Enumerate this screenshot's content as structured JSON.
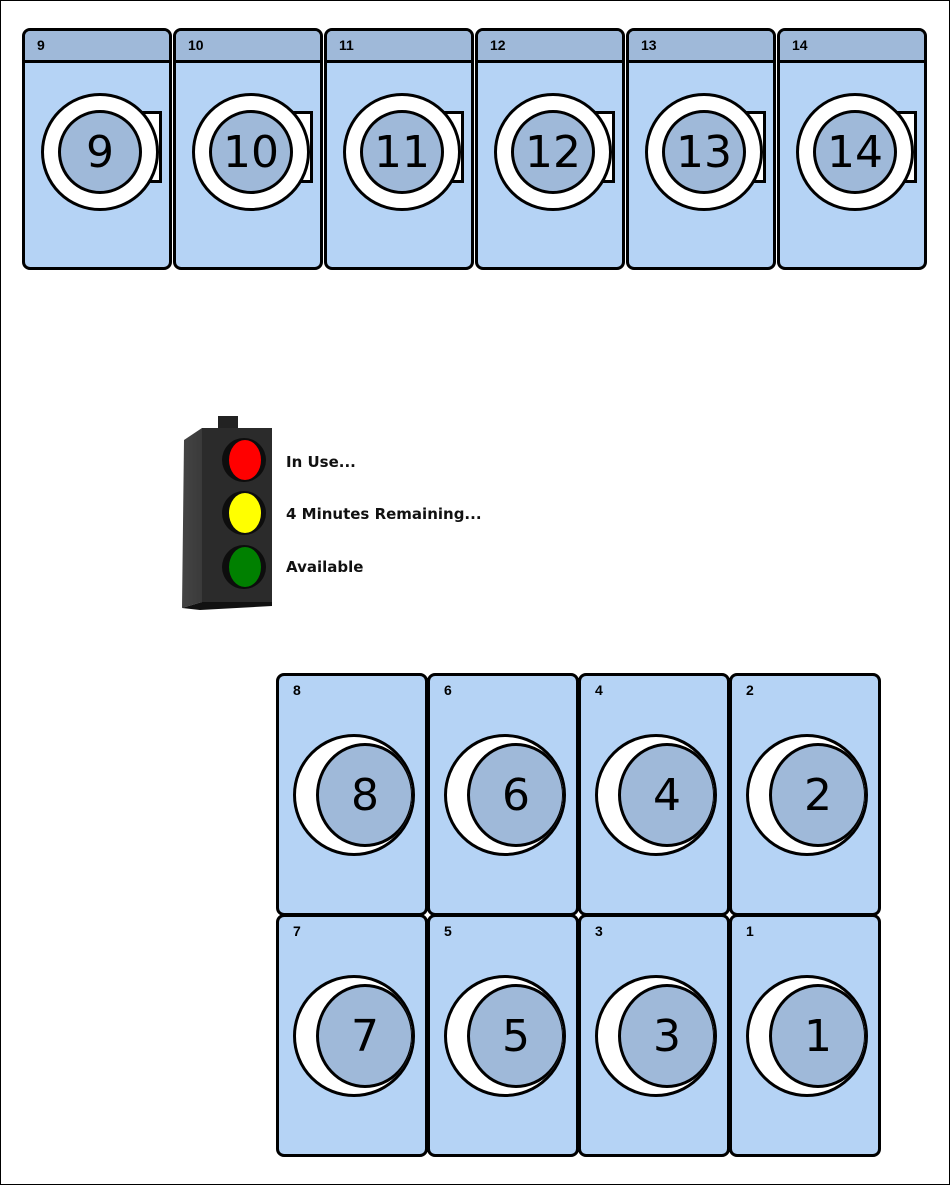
{
  "washers": [
    {
      "label": "9",
      "number": "9"
    },
    {
      "label": "10",
      "number": "10"
    },
    {
      "label": "11",
      "number": "11"
    },
    {
      "label": "12",
      "number": "12"
    },
    {
      "label": "13",
      "number": "13"
    },
    {
      "label": "14",
      "number": "14"
    }
  ],
  "legend": {
    "in_use": "In Use...",
    "minutes_remaining": "4 Minutes Remaining...",
    "available": "Available",
    "colors": {
      "red": "#ff0000",
      "yellow": "#ffff00",
      "green": "#008000"
    }
  },
  "dryers": {
    "top_row": [
      {
        "label": "8",
        "number": "8"
      },
      {
        "label": "6",
        "number": "6"
      },
      {
        "label": "4",
        "number": "4"
      },
      {
        "label": "2",
        "number": "2"
      }
    ],
    "bottom_row": [
      {
        "label": "7",
        "number": "7"
      },
      {
        "label": "5",
        "number": "5"
      },
      {
        "label": "3",
        "number": "3"
      },
      {
        "label": "1",
        "number": "1"
      }
    ]
  },
  "colors": {
    "machine_body": "#b5d3f5",
    "machine_glass": "#9fb9d9"
  }
}
